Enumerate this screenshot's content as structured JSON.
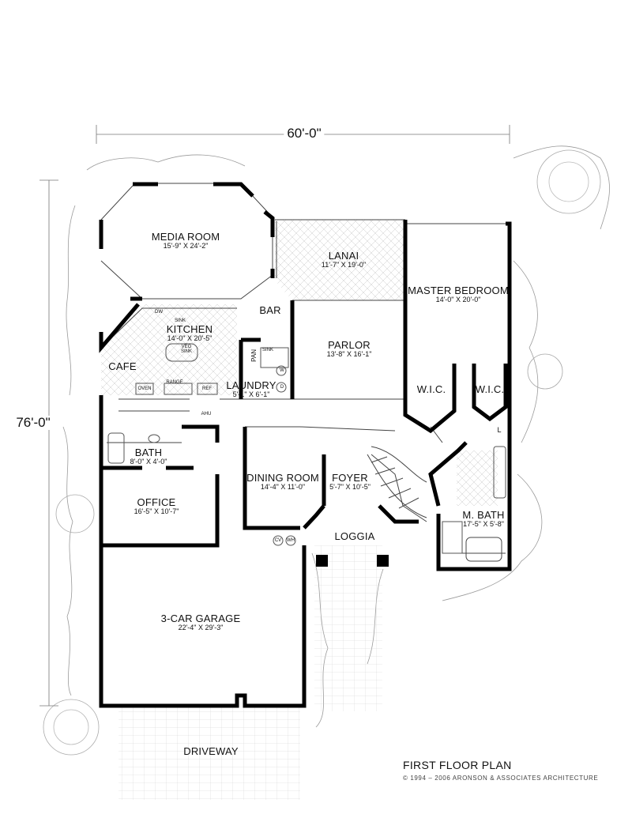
{
  "dimensions": {
    "width": "60'-0\"",
    "depth": "76'-0\""
  },
  "rooms": [
    {
      "id": "media-room",
      "name": "MEDIA ROOM",
      "size": "15'-9\" X 24'-2\""
    },
    {
      "id": "lanai",
      "name": "LANAI",
      "size": "11'-7\" X 19'-0\""
    },
    {
      "id": "master-bedroom",
      "name": "MASTER BEDROOM",
      "size": "14'-0\" X 20'-0\""
    },
    {
      "id": "bar",
      "name": "BAR",
      "size": ""
    },
    {
      "id": "kitchen",
      "name": "KITCHEN",
      "size": "14'-0\" X 20'-5\""
    },
    {
      "id": "parlor",
      "name": "PARLOR",
      "size": "13'-8\" X 16'-1\""
    },
    {
      "id": "cafe",
      "name": "CAFE",
      "size": ""
    },
    {
      "id": "laundry",
      "name": "LAUNDRY",
      "size": "5'-1\" X 6'-1\""
    },
    {
      "id": "wic-left",
      "name": "W.I.C.",
      "size": ""
    },
    {
      "id": "wic-right",
      "name": "W.I.C.",
      "size": ""
    },
    {
      "id": "bath",
      "name": "BATH",
      "size": "8'-0\" X 4'-0\""
    },
    {
      "id": "dining-room",
      "name": "DINING ROOM",
      "size": "14'-4\" X 11'-0\""
    },
    {
      "id": "foyer",
      "name": "FOYER",
      "size": "5'-7\" X 10'-5\""
    },
    {
      "id": "office",
      "name": "OFFICE",
      "size": "16'-5\" X 10'-7\""
    },
    {
      "id": "m-bath",
      "name": "M. BATH",
      "size": "17'-5\" X 5'-8\""
    },
    {
      "id": "loggia",
      "name": "LOGGIA",
      "size": ""
    },
    {
      "id": "garage",
      "name": "3-CAR GARAGE",
      "size": "22'-4\" X 29'-3\""
    },
    {
      "id": "driveway",
      "name": "DRIVEWAY",
      "size": ""
    }
  ],
  "fixtures": {
    "dw": "DW",
    "sink": "SINK",
    "veg_sink": "VEG",
    "veg_sink_2": "SINK",
    "pan": "PAN",
    "laundry_sink": "SINK",
    "washer": "W",
    "dryer": "D",
    "oven": "OVEN",
    "range": "RANGE",
    "ref": "REF",
    "ahu": "AHU",
    "cv": "CV",
    "wh": "WH",
    "linen": "L"
  },
  "title": "FIRST FLOOR PLAN",
  "copyright": "© 1994 – 2006 ARONSON & ASSOCIATES ARCHITECTURE"
}
